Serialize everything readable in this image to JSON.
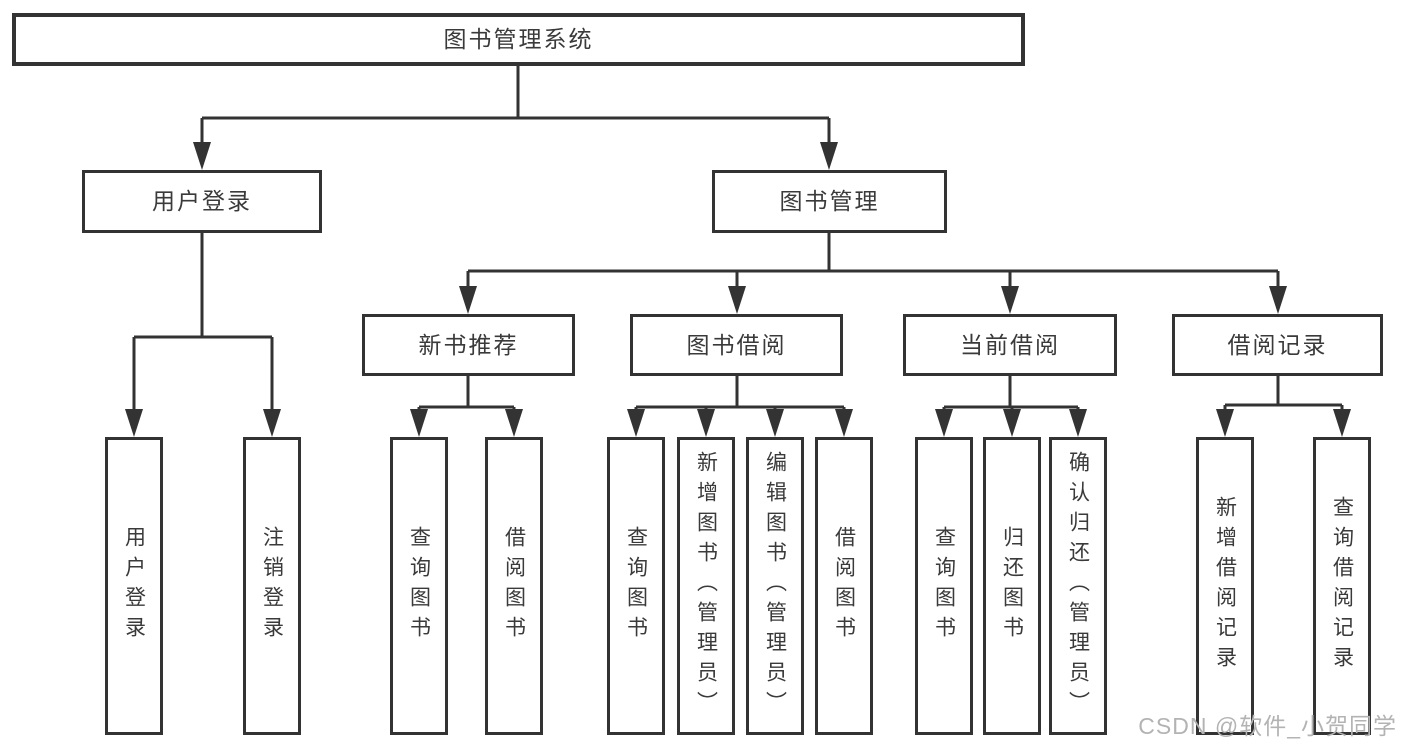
{
  "tree": {
    "label": "图书管理系统",
    "children": [
      {
        "label": "用户登录",
        "children": [
          {
            "label": "用户登录"
          },
          {
            "label": "注销登录"
          }
        ]
      },
      {
        "label": "图书管理",
        "children": [
          {
            "label": "新书推荐",
            "children": [
              {
                "label": "查询图书"
              },
              {
                "label": "借阅图书"
              }
            ]
          },
          {
            "label": "图书借阅",
            "children": [
              {
                "label": "查询图书"
              },
              {
                "label": "新增图书（管理员）"
              },
              {
                "label": "编辑图书（管理员）"
              },
              {
                "label": "借阅图书"
              }
            ]
          },
          {
            "label": "当前借阅",
            "children": [
              {
                "label": "查询图书"
              },
              {
                "label": "归还图书"
              },
              {
                "label": "确认归还（管理员）"
              }
            ]
          },
          {
            "label": "借阅记录",
            "children": [
              {
                "label": "新增借阅记录"
              },
              {
                "label": "查询借阅记录"
              }
            ]
          }
        ]
      }
    ]
  },
  "watermark": "CSDN @软件_小贺同学",
  "colors": {
    "line": "#333333",
    "box_border": "#333333",
    "text": "#3a3a3a",
    "background": "#ffffff",
    "watermark": "#b3b3b3"
  }
}
